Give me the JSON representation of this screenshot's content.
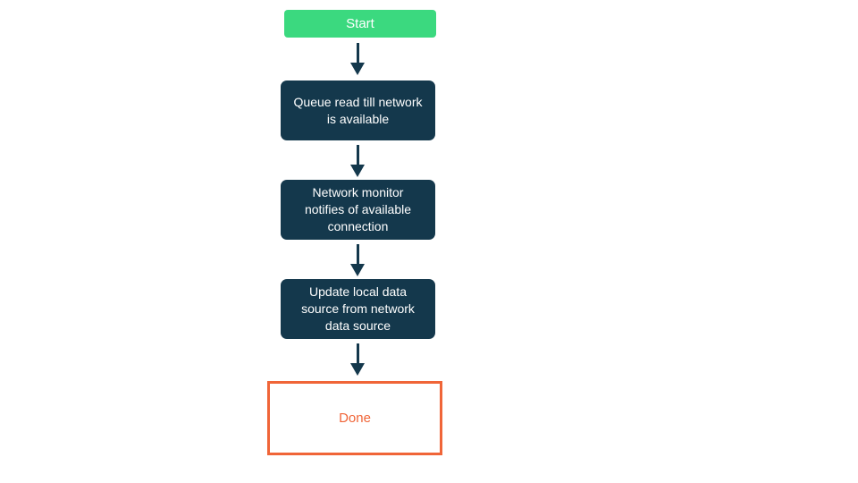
{
  "colors": {
    "green": "#3BD97F",
    "navy": "#14384C",
    "orange": "#F06538",
    "white": "#FFFFFF"
  },
  "flowchart": {
    "type": "vertical-flow",
    "arrow_color": "#14384C",
    "nodes": [
      {
        "id": "start",
        "type": "start",
        "label": "Start",
        "fill": "#3BD97F",
        "text_color": "#FFFFFF"
      },
      {
        "id": "queue",
        "type": "process",
        "label": "Queue read till network is available",
        "fill": "#14384C",
        "text_color": "#FFFFFF"
      },
      {
        "id": "monitor",
        "type": "process",
        "label": "Network monitor notifies of available connection",
        "fill": "#14384C",
        "text_color": "#FFFFFF"
      },
      {
        "id": "update",
        "type": "process",
        "label": "Update local data source from network data source",
        "fill": "#14384C",
        "text_color": "#FFFFFF"
      },
      {
        "id": "done",
        "type": "end",
        "label": "Done",
        "fill": "#FFFFFF",
        "border_color": "#F06538",
        "text_color": "#F06538"
      }
    ],
    "edges": [
      {
        "from": "start",
        "to": "queue"
      },
      {
        "from": "queue",
        "to": "monitor"
      },
      {
        "from": "monitor",
        "to": "update"
      },
      {
        "from": "update",
        "to": "done"
      }
    ]
  }
}
